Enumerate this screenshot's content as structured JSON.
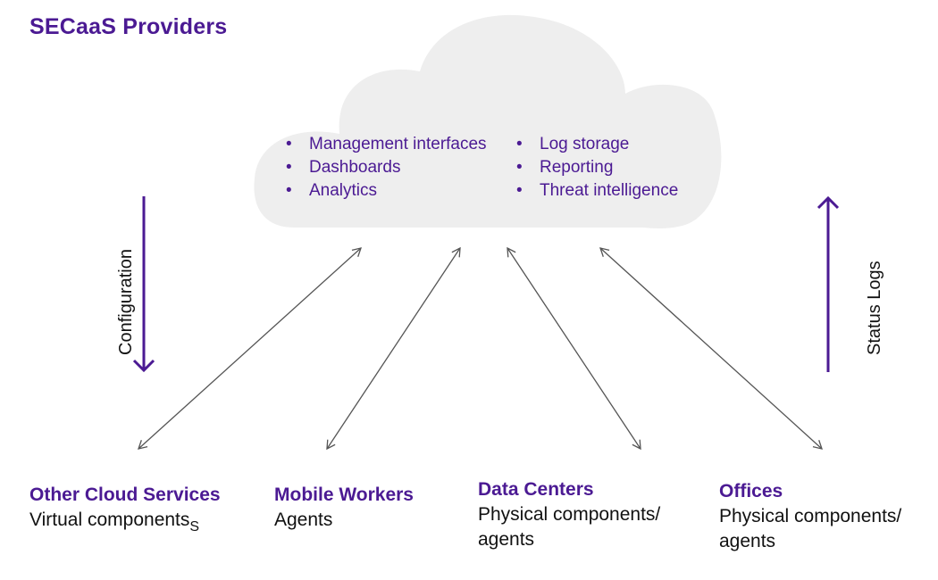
{
  "title": "SECaaS Providers",
  "colors": {
    "accent": "#4b1a93",
    "cloud_fill": "#eeeeee",
    "connector": "#555555",
    "text": "#111111"
  },
  "cloud": {
    "left_items": [
      "Management interfaces",
      "Dashboards",
      "Analytics"
    ],
    "right_items": [
      "Log storage",
      "Reporting",
      "Threat intelligence"
    ]
  },
  "flows": {
    "configuration": "Configuration",
    "status_logs": "Status Logs"
  },
  "endpoints": [
    {
      "title": "Other Cloud Services",
      "subtitle": "Virtual components",
      "subtitle_suffix": "S"
    },
    {
      "title": "Mobile Workers",
      "subtitle": "Agents"
    },
    {
      "title": "Data Centers",
      "subtitle": "Physical components/",
      "subtitle_line2": "agents"
    },
    {
      "title": "Offices",
      "subtitle": "Physical components/",
      "subtitle_line2": "agents"
    }
  ]
}
